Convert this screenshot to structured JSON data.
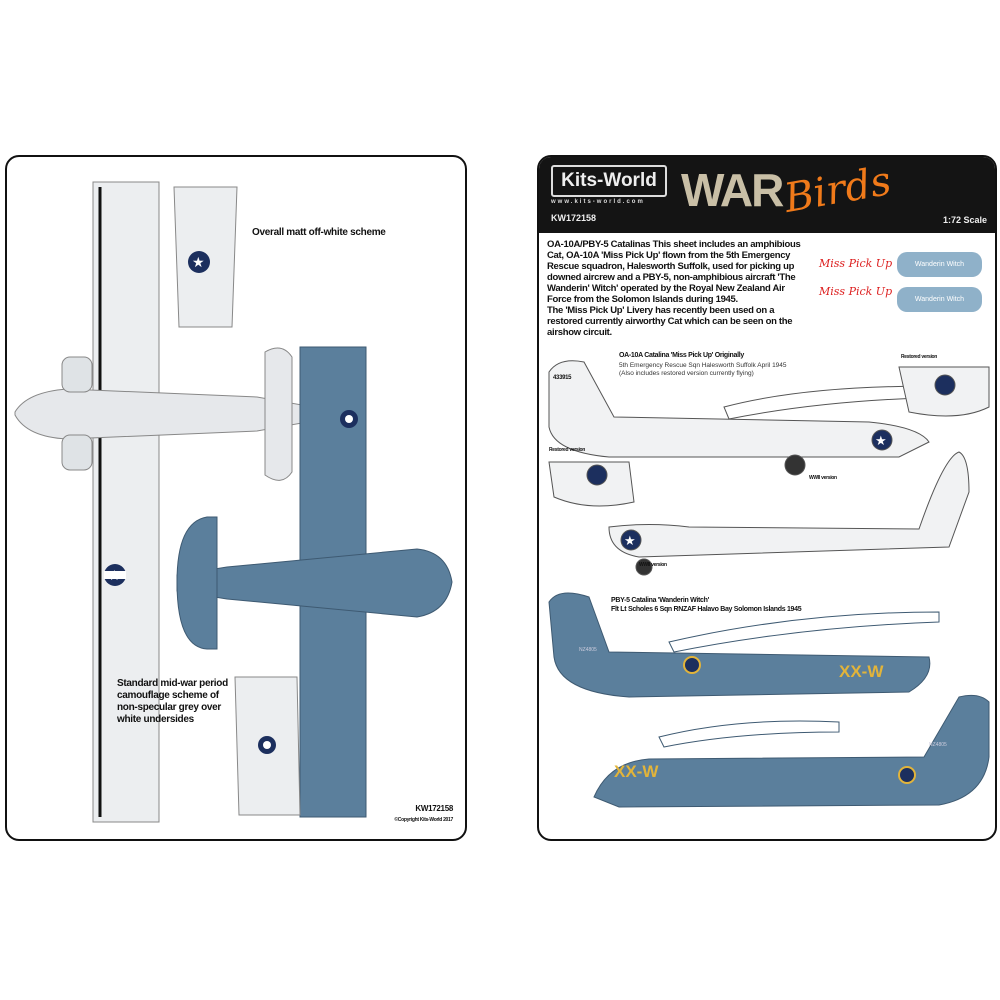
{
  "left_sheet": {
    "scheme_white": "Overall matt off-white scheme",
    "scheme_grey": "Standard mid-war period camouflage scheme of non-specular grey over white undersides",
    "code": "KW172158",
    "copyright": "©Copyright Kits-World 2017"
  },
  "right_sheet": {
    "brand": "Kits-World",
    "url": "www.kits-world.com",
    "series": "WAR",
    "series_script": "Birds",
    "code": "KW172158",
    "scale": "1:72 Scale",
    "description_title": "OA-10A/PBY-5 Catalinas",
    "description": "This sheet includes an amphibious Cat, OA-10A 'Miss Pick Up' flown from the 5th Emergency Rescue squadron, Halesworth Suffolk, used for picking up downed aircrew and a PBY-5, non-amphibious aircraft 'The Wanderin' Witch' operated by the Royal New Zealand Air Force from the Solomon Islands during 1945.",
    "description2": "The 'Miss Pick Up' Livery has recently been used on a restored currently airworthy Cat which can be seen on the airshow circuit.",
    "nose_art_1": "Miss Pick Up",
    "nose_art_2": "Wanderin Witch",
    "oa10_title": "OA-10A Catalina 'Miss Pick Up' Originally",
    "oa10_line1": "5th Emergency Rescue Sqn Halesworth Suffolk April 1945",
    "oa10_line2": "(Also includes restored version currently flying)",
    "restored_label": "Restored version",
    "ww2_label": "WWII version",
    "serial_oa10": "433915",
    "pby_title": "PBY-5 Catalina 'Wanderin Witch'",
    "pby_line1": "Flt Lt Scholes 6 Sqn RNZAF Halavo Bay Solomon Islands 1945",
    "pby_code": "XX-W",
    "pby_serial": "NZ4805"
  },
  "colors": {
    "blue_grey": "#5b7f9c",
    "white_plane": "#eceef0",
    "roundel_blue": "#1c2f5e",
    "yellow": "#e2b43a"
  }
}
